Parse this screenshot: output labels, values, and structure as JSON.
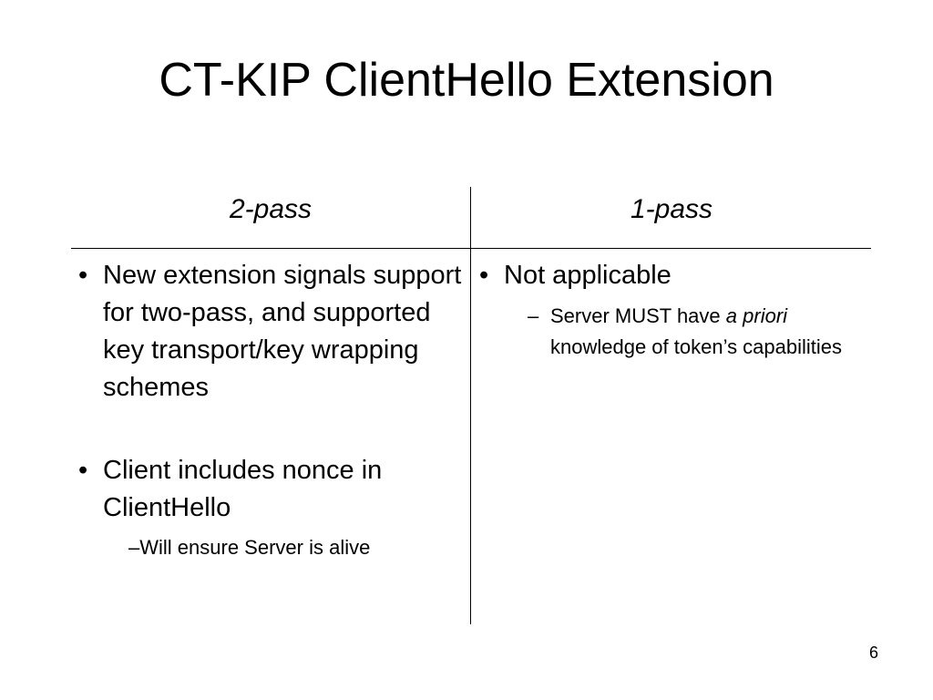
{
  "slide": {
    "title": "CT-KIP ClientHello Extension",
    "page_number": "6"
  },
  "table": {
    "left_header": "2-pass",
    "right_header": "1-pass",
    "left": {
      "bullet1_marker": "•",
      "bullet1_text": "New extension signals support for two-pass, and supported key transport/key wrapping schemes",
      "bullet2_marker": "•",
      "bullet2_text": "Client includes nonce in ClientHello",
      "sub1_marker": "–",
      "sub1_text": "Will ensure Server is alive"
    },
    "right": {
      "bullet1_marker": "•",
      "bullet1_text": "Not applicable",
      "sub1_marker": "–",
      "sub1_text_part1": "Server MUST have ",
      "sub1_text_italic": "a priori",
      "sub1_text_part2": " knowledge of token’s capabilities"
    }
  }
}
